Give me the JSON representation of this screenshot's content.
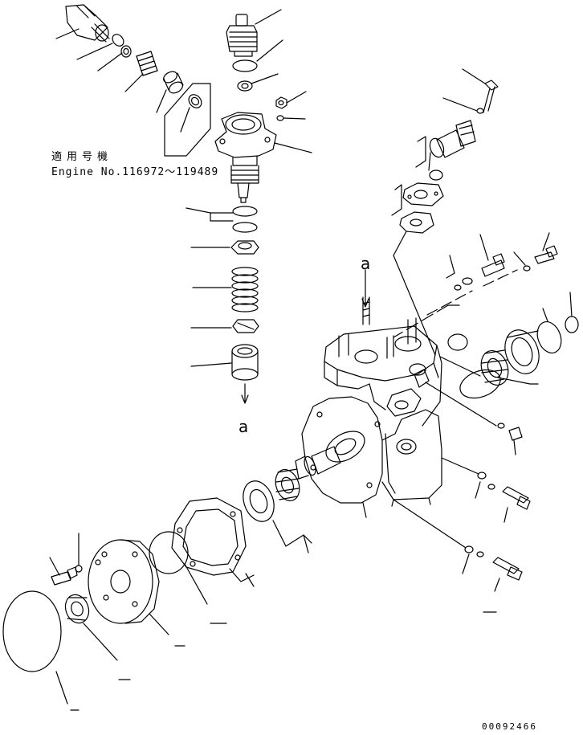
{
  "diagram": {
    "applicability": {
      "label_jp": "適用号機",
      "serial_range": "Engine No.116972～119489"
    },
    "view_marker_top": "a",
    "view_marker_bottom": "a",
    "document_number": "00092466"
  }
}
